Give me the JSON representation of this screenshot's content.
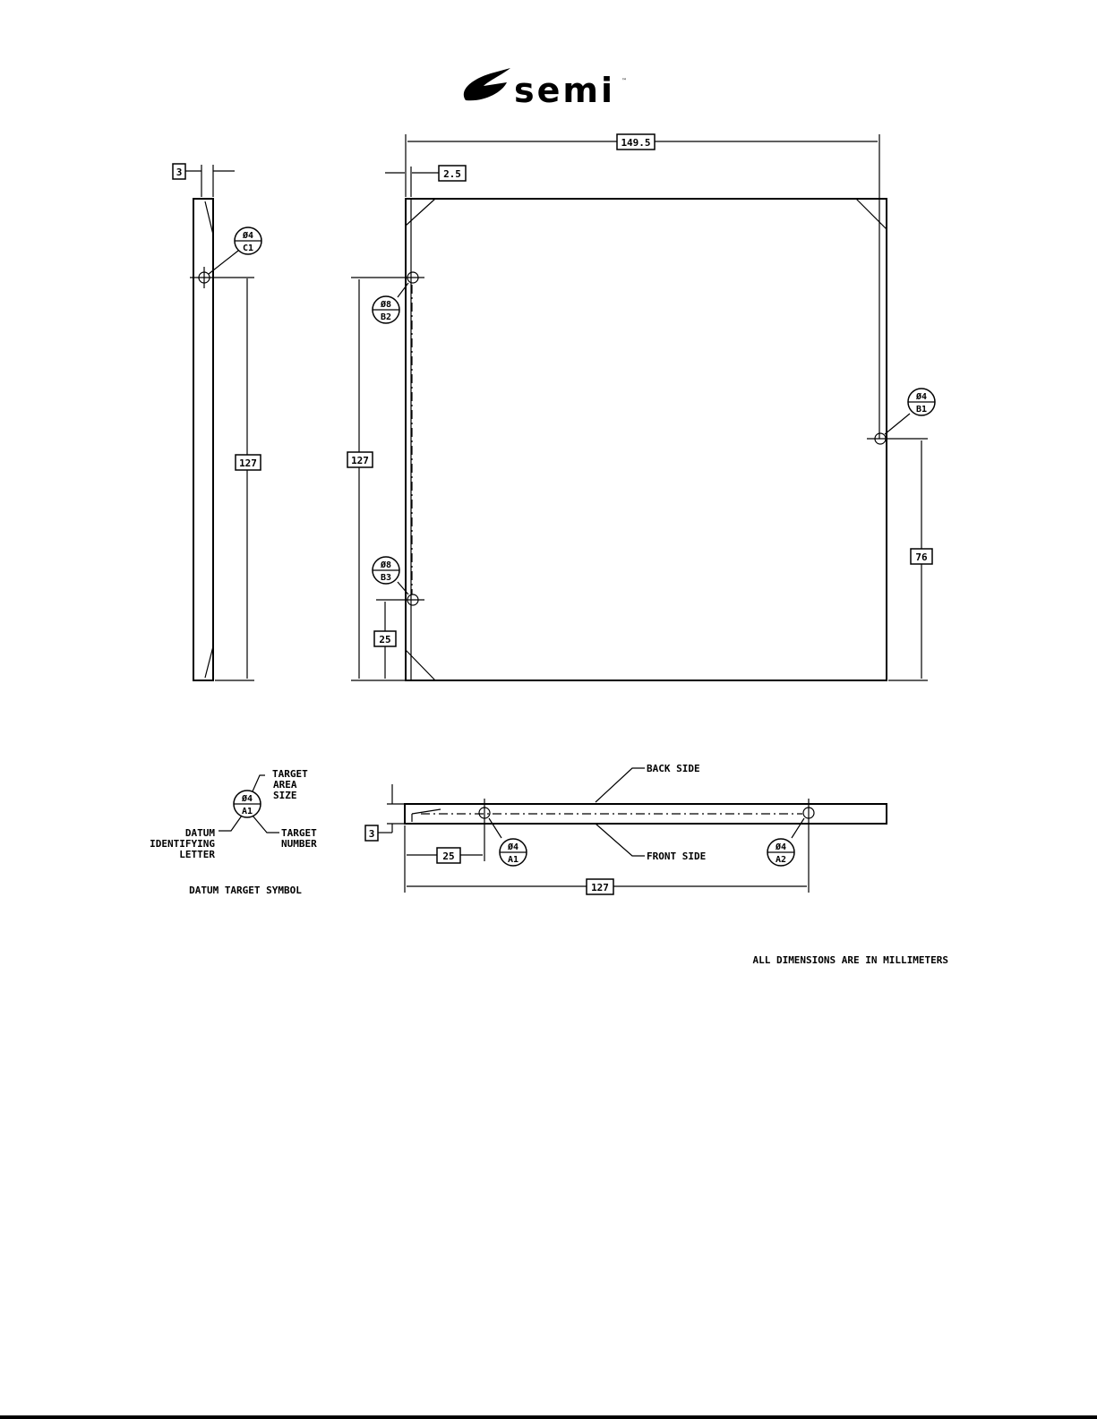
{
  "logo": {
    "text": "semi",
    "trademark": "™"
  },
  "side_view": {
    "thickness": "3",
    "height": "127",
    "target": {
      "size": "Ø4",
      "id": "C1"
    }
  },
  "front_view": {
    "width": "149.5",
    "offset": "2.5",
    "left_height": "127",
    "bottom_offset": "25",
    "right_height": "76",
    "targets": [
      {
        "size": "Ø8",
        "id": "B2"
      },
      {
        "size": "Ø4",
        "id": "B1"
      },
      {
        "size": "Ø8",
        "id": "B3"
      }
    ]
  },
  "bottom_view": {
    "thickness": "3",
    "offset": "25",
    "length": "127",
    "back_side": "BACK SIDE",
    "front_side": "FRONT SIDE",
    "targets": [
      {
        "size": "Ø4",
        "id": "A1"
      },
      {
        "size": "Ø4",
        "id": "A2"
      }
    ]
  },
  "legend": {
    "size": "Ø4",
    "id": "A1",
    "target_area_size": [
      "TARGET",
      "AREA",
      "SIZE"
    ],
    "datum_letter": [
      "DATUM",
      "IDENTIFYING",
      "LETTER"
    ],
    "target_number": [
      "TARGET",
      "NUMBER"
    ],
    "title": "DATUM TARGET SYMBOL"
  },
  "note": "ALL DIMENSIONS ARE IN MILLIMETERS"
}
